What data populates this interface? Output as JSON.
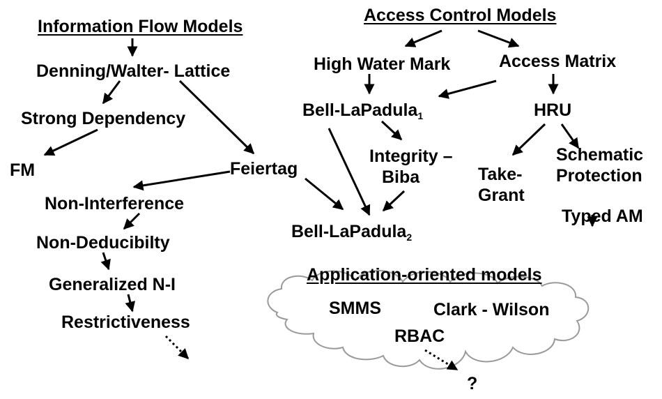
{
  "headers": {
    "info_flow": "Information Flow Models",
    "access_control": "Access Control Models",
    "application": "Application-oriented models"
  },
  "nodes": {
    "denning": "Denning/Walter- Lattice",
    "strong_dependency": "Strong Dependency",
    "fm": "FM",
    "feiertag": "Feiertag",
    "non_interference": "Non-Interference",
    "non_deducibility": "Non-Deducibilty",
    "generalized_ni": "Generalized N-I",
    "restrictiveness": "Restrictiveness",
    "high_water_mark": "High Water Mark",
    "access_matrix": "Access Matrix",
    "bell_lapadula_1": "Bell-LaPadula",
    "bell_lapadula_1_sub": "1",
    "hru": "HRU",
    "integrity_line1": "Integrity –",
    "integrity_line2": "Biba",
    "take_grant_line1": "Take-",
    "take_grant_line2": "Grant",
    "schematic_line1": "Schematic",
    "schematic_line2": "Protection",
    "typed_am": "Typed AM",
    "bell_lapadula_2": "Bell-LaPadula",
    "bell_lapadula_2_sub": "2",
    "smms": "SMMS",
    "clark_wilson": "Clark - Wilson",
    "rbac": "RBAC",
    "question": "?"
  },
  "colors": {
    "text": "#000000",
    "edge": "#000000",
    "cloud_stroke": "#9a9a9a",
    "background": "#ffffff"
  }
}
